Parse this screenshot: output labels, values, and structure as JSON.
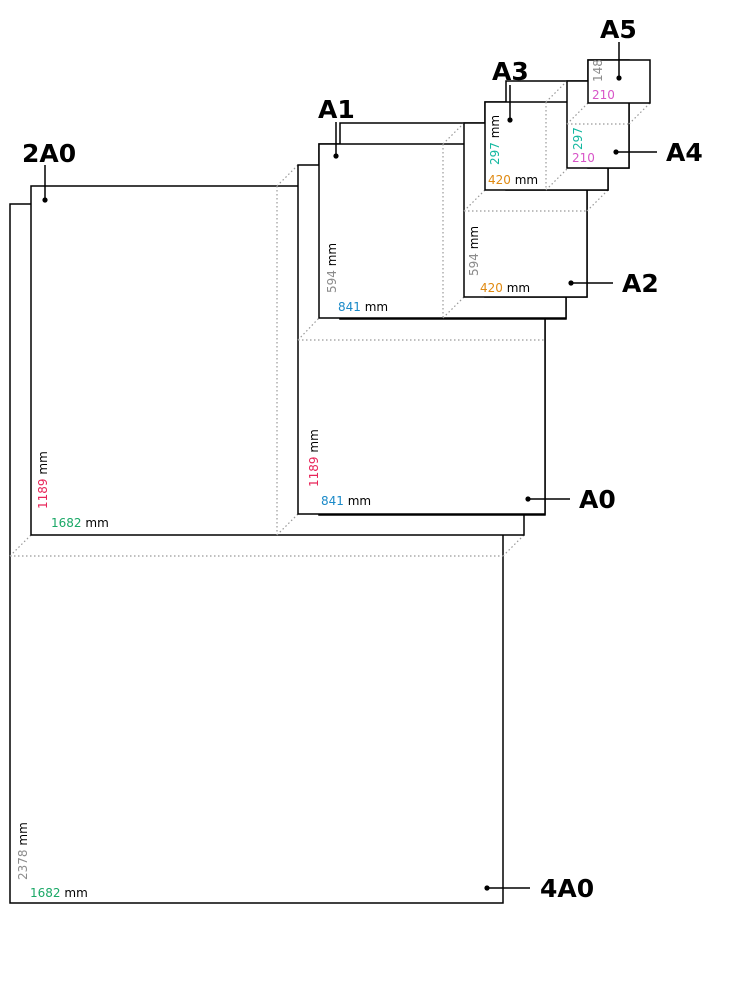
{
  "colors": {
    "red": "#e8265a",
    "green": "#1aa866",
    "blue": "#1b8ac8",
    "gray": "#8c8c8c",
    "orange": "#e08a12",
    "teal": "#14b8a0",
    "pink": "#d855c8"
  },
  "sheets": {
    "a4_0": {
      "name": "4A0",
      "long": "2378",
      "short": "1682",
      "unit": "mm"
    },
    "a2_0": {
      "name": "2A0",
      "long": "1189",
      "short": "1682",
      "unit": "mm"
    },
    "a0": {
      "name": "A0",
      "long": "1189",
      "short": "841",
      "unit": "mm"
    },
    "a1": {
      "name": "A1",
      "long": "594",
      "short": "841",
      "unit": "mm"
    },
    "a2": {
      "name": "A2",
      "long": "594",
      "short": "420",
      "unit": "mm"
    },
    "a3": {
      "name": "A3",
      "long": "297",
      "short": "420",
      "unit": "mm"
    },
    "a4": {
      "name": "A4",
      "long": "297",
      "short": "210"
    },
    "a5": {
      "name": "A5",
      "long": "148",
      "short": "210"
    }
  }
}
